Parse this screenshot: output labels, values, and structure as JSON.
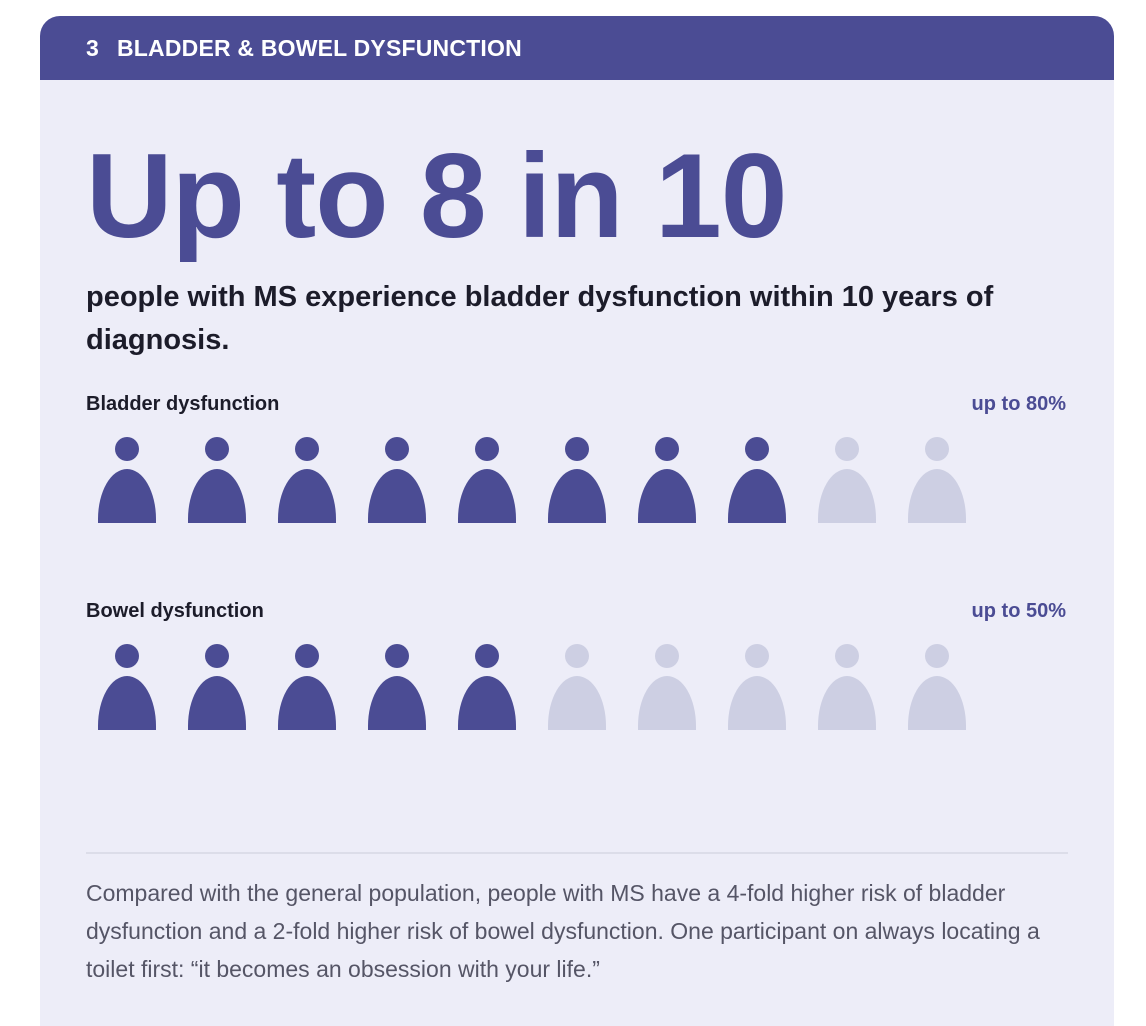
{
  "header": {
    "number": "3",
    "title": "BLADDER & BOWEL DYSFUNCTION"
  },
  "headline": "Up to 8 in 10",
  "subheadline": "people with MS experience bladder dysfunction within 10 years of diagnosis.",
  "rows": [
    {
      "label": "Bladder dysfunction",
      "value": "up to 80%",
      "filled": 8,
      "total": 10
    },
    {
      "label": "Bowel dysfunction",
      "value": "up to 50%",
      "filled": 5,
      "total": 10
    }
  ],
  "icon_name": "person-icon",
  "colors": {
    "accent": "#4b4c94",
    "card_background": "#ededf8",
    "icon_inactive": "#cdcfe3"
  },
  "body_text": "Compared with the general population, people with MS have a 4-fold higher risk of bladder dysfunction and a 2-fold higher risk of bowel dysfunction. One participant on always locating a toilet first: “it becomes an obsession with your life.”"
}
